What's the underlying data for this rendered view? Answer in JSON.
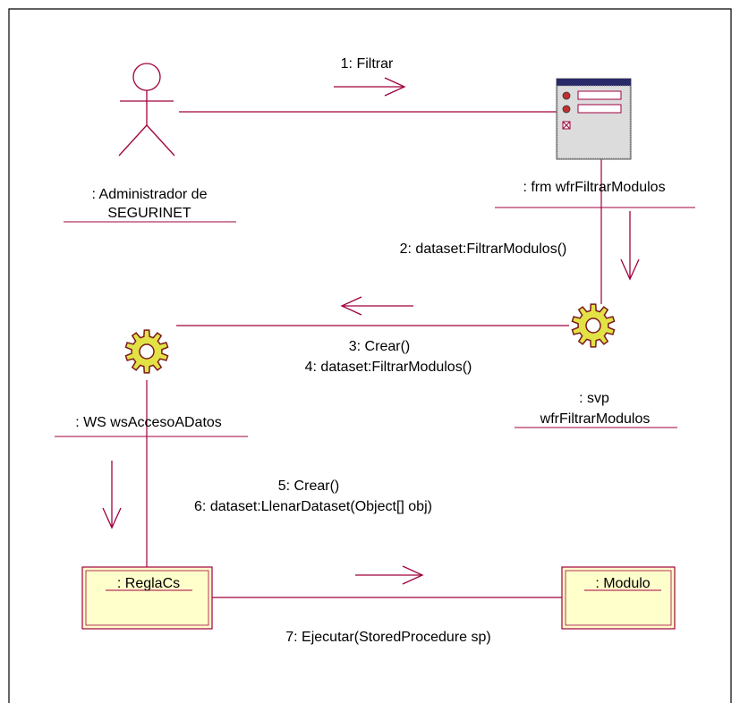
{
  "colors": {
    "line": "#a0003f",
    "frame": "#000000",
    "class_fill": "#ffffcc",
    "gear_fill": "#e2e247",
    "gear_stroke": "#7a1a1a",
    "form_title": "#2a2a6a"
  },
  "objects": {
    "actor": {
      "line1": ": Administrador de",
      "line2": "SEGURINET",
      "icon": "actor-icon"
    },
    "form": {
      "label": ": frm wfrFiltrarModulos",
      "icon": "form-icon"
    },
    "svp": {
      "line1": ": svp",
      "line2": "wfrFiltrarModulos",
      "icon": "gear-icon"
    },
    "ws": {
      "label": ": WS wsAccesoADatos",
      "icon": "gear-icon"
    },
    "reglacs": {
      "label": ": ReglaCs"
    },
    "modulo": {
      "label": ": Modulo"
    }
  },
  "messages": {
    "m1": "1: Filtrar",
    "m2": "2: dataset:FiltrarModulos()",
    "m3": "3: Crear()",
    "m4": "4: dataset:FiltrarModulos()",
    "m5": "5: Crear()",
    "m6": "6: dataset:LlenarDataset(Object[] obj)",
    "m7": "7: Ejecutar(StoredProcedure sp)"
  }
}
